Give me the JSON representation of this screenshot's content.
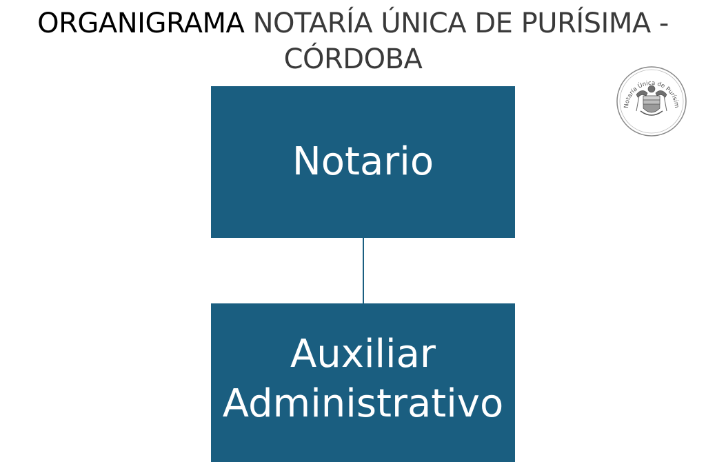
{
  "title": {
    "part1": "ORGANIGRAMA",
    "part2": " NOTARÍA ÚNICA DE PURÍSIMA -",
    "line2": "CÓRDOBA"
  },
  "seal": {
    "text": "Notaría Única de Purísima - Córdoba",
    "icon": "coat-of-arms-icon"
  },
  "nodes": [
    {
      "label": "Notario"
    },
    {
      "label_line1": "Auxiliar",
      "label_line2": "Administrativo"
    }
  ],
  "colors": {
    "box": "#1a5e80",
    "box_text": "#ffffff",
    "connector": "#1a5e80"
  }
}
